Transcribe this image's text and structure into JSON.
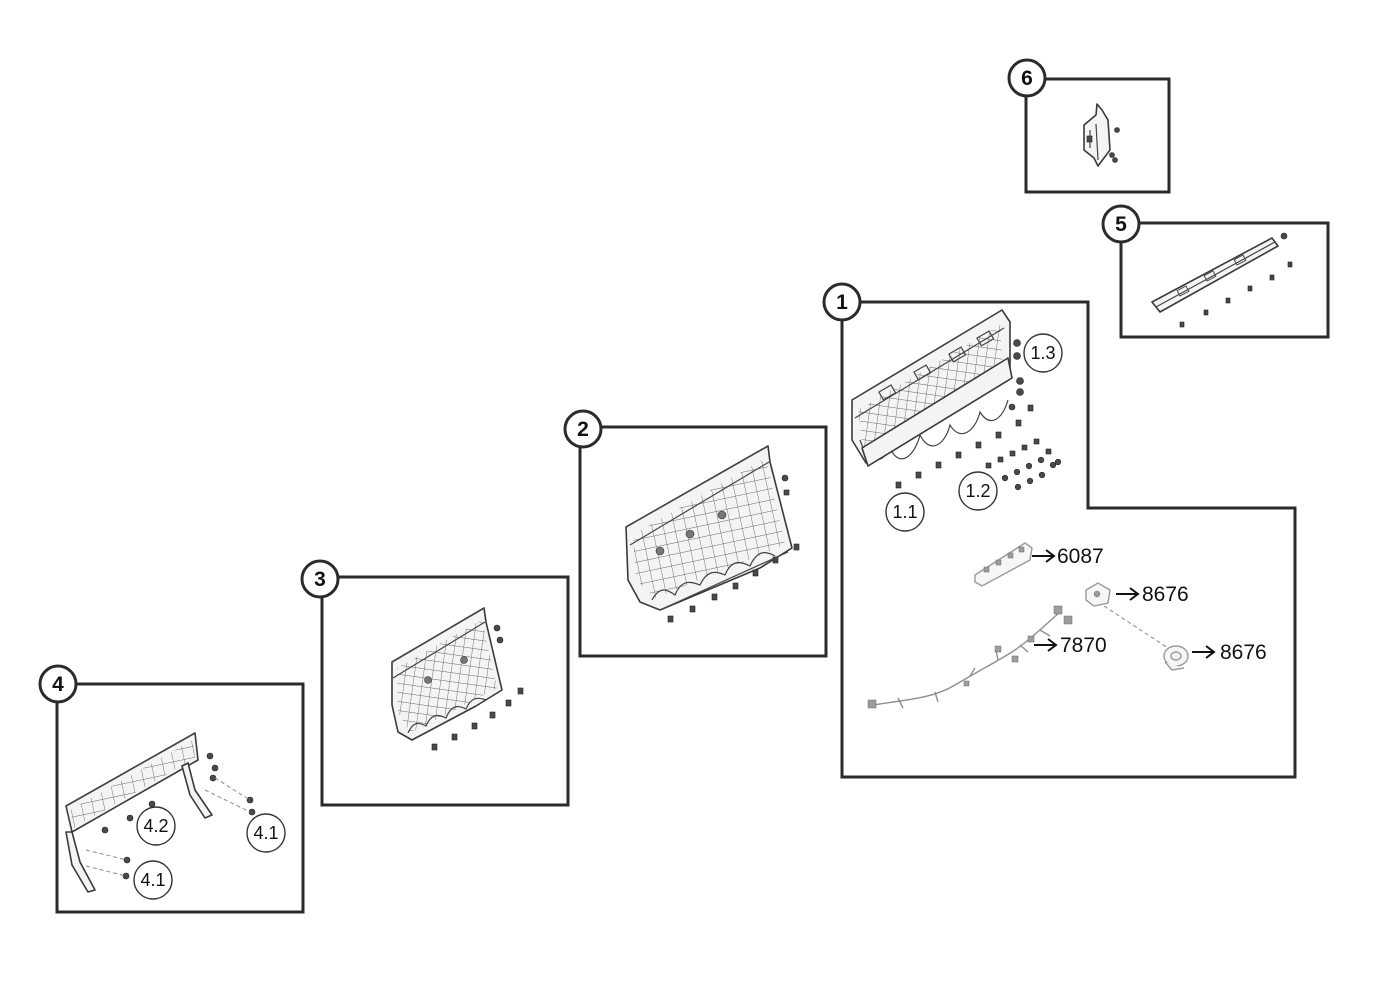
{
  "diagram": {
    "callouts": {
      "c1": "1",
      "c2": "2",
      "c3": "3",
      "c4": "4",
      "c5": "5",
      "c6": "6"
    },
    "sub_labels": {
      "s1_1": "1.1",
      "s1_2": "1.2",
      "s1_3": "1.3",
      "s4_1a": "4.1",
      "s4_1b": "4.1",
      "s4_2": "4.2"
    },
    "part_refs": {
      "r6087": "6087",
      "r8676a": "8676",
      "r8676b": "8676",
      "r7870": "7870"
    }
  }
}
